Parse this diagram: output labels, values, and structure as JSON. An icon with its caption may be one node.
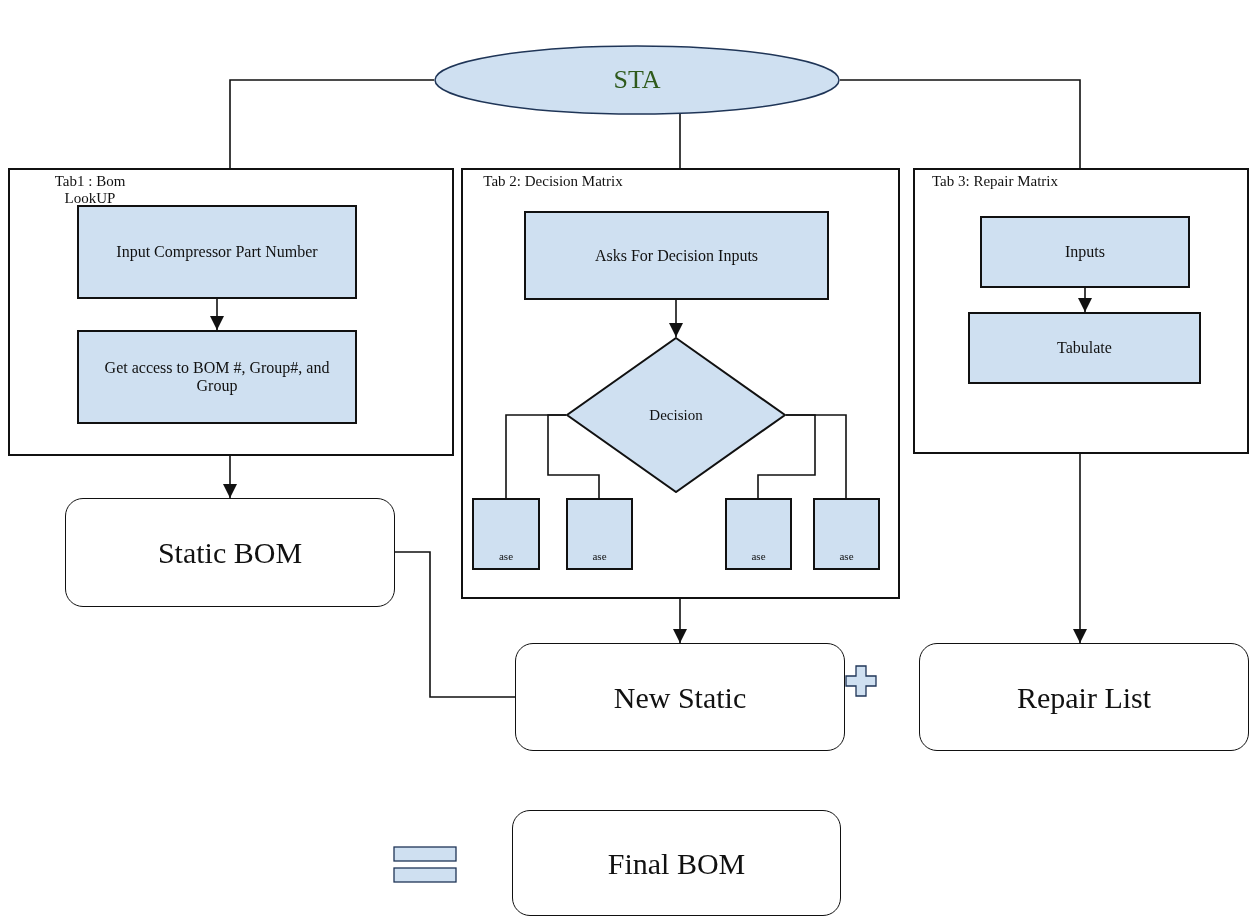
{
  "diagram": {
    "nodes": [
      {
        "text": [
          "STA"
        ]
      },
      {
        "text": [
          "Tab1 : Bom LookUP"
        ]
      },
      {
        "text": [
          "Input Compressor Part Number"
        ],
        "in": 1
      },
      {
        "text": [
          "Get access to BOM #, Group#, and Group"
        ],
        "in": 1
      },
      {
        "text": [
          "Tab 2: Decision Matrix"
        ]
      },
      {
        "text": [
          "Asks For Decision Inputs"
        ],
        "in": 4
      },
      {
        "text": [
          "Decision"
        ],
        "in": 4
      },
      {
        "text": [
          "ase"
        ],
        "in": 4
      },
      {
        "text": [
          "ase"
        ],
        "in": 4
      },
      {
        "text": [
          "ase"
        ],
        "in": 4
      },
      {
        "text": [
          "ase"
        ],
        "in": 4
      },
      {
        "text": [
          "Tab 3: Repair Matrix"
        ]
      },
      {
        "text": [
          "Inputs"
        ],
        "in": 11
      },
      {
        "text": [
          "Tabulate"
        ],
        "in": 11
      },
      {
        "text": [
          "Static BOM"
        ]
      },
      {
        "text": [
          "New Static"
        ]
      },
      {
        "text": [
          "Repair List"
        ]
      },
      {
        "text": [
          "Final  BOM"
        ]
      }
    ],
    "edges": [
      {
        "from": 0,
        "to": 1,
        "arrow": "none"
      },
      {
        "from": 0,
        "to": 4,
        "arrow": "none"
      },
      {
        "from": 0,
        "to": 11,
        "arrow": "none"
      },
      {
        "from": 2,
        "to": 3,
        "arrow": "to"
      },
      {
        "from": 5,
        "to": 6,
        "arrow": "to"
      },
      {
        "from": 6,
        "to": 7,
        "arrow": "none"
      },
      {
        "from": 6,
        "to": 8,
        "arrow": "none"
      },
      {
        "from": 6,
        "to": 9,
        "arrow": "none"
      },
      {
        "from": 6,
        "to": 10,
        "arrow": "none"
      },
      {
        "from": 12,
        "to": 13,
        "arrow": "to"
      },
      {
        "from": 1,
        "to": 14,
        "arrow": "to"
      },
      {
        "from": 4,
        "to": 15,
        "arrow": "to"
      },
      {
        "from": 11,
        "to": 16,
        "arrow": "to"
      },
      {
        "from": 14,
        "to": 15,
        "arrow": "none"
      }
    ]
  }
}
